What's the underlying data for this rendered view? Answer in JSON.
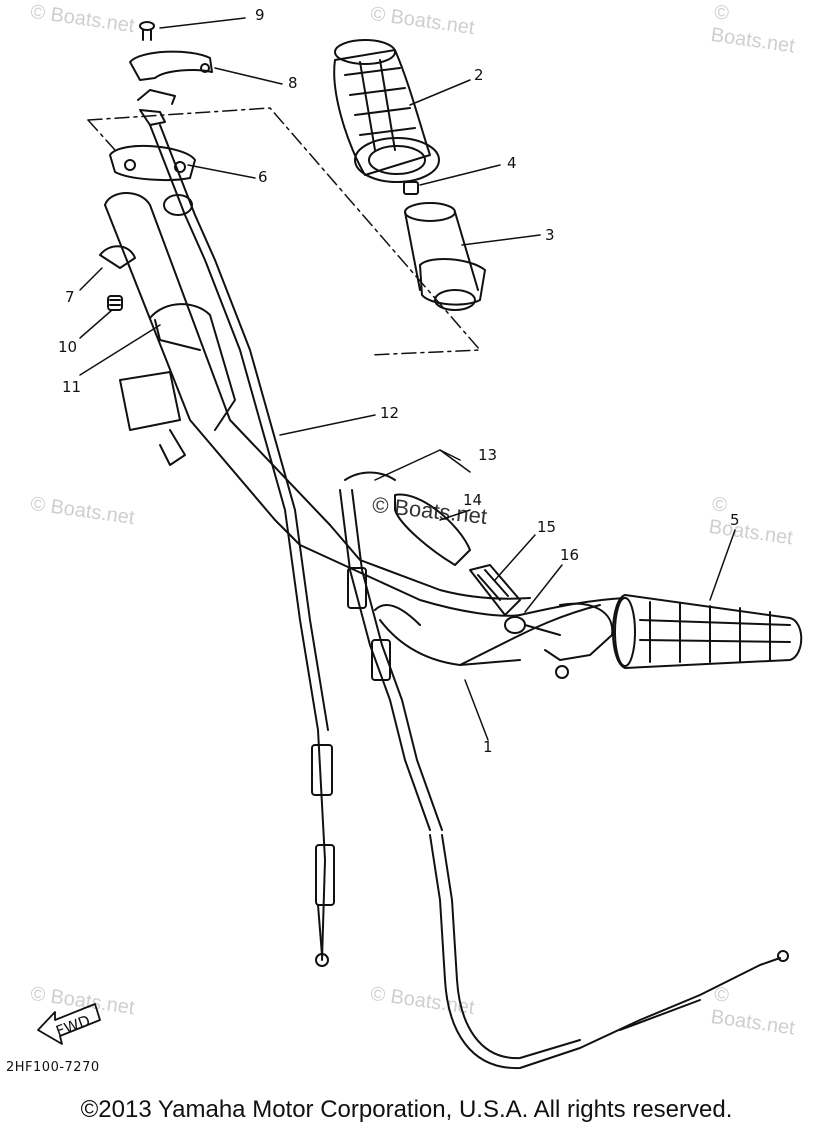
{
  "watermark": "© Boats.net",
  "diagram_code": "2HF100-7270",
  "copyright": "©2013 Yamaha Motor Corporation, U.S.A. All rights reserved.",
  "fwd_label": "FWD",
  "callouts": [
    "1",
    "2",
    "3",
    "4",
    "5",
    "6",
    "7",
    "8",
    "9",
    "10",
    "11",
    "12",
    "13",
    "14",
    "15",
    "16"
  ]
}
